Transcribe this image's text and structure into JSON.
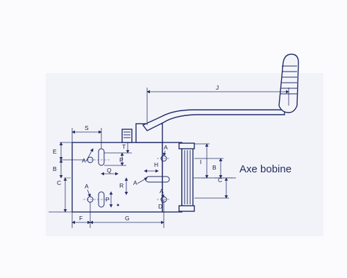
{
  "labels": {
    "axis": "Axe bobine",
    "S": "S",
    "J": "J",
    "E": "E",
    "B": "B",
    "C": "C",
    "T": "T",
    "P": "P",
    "Q": "Q",
    "R": "R",
    "H": "H",
    "I": "I",
    "D": "D",
    "F": "F",
    "G": "G",
    "A": "A"
  }
}
